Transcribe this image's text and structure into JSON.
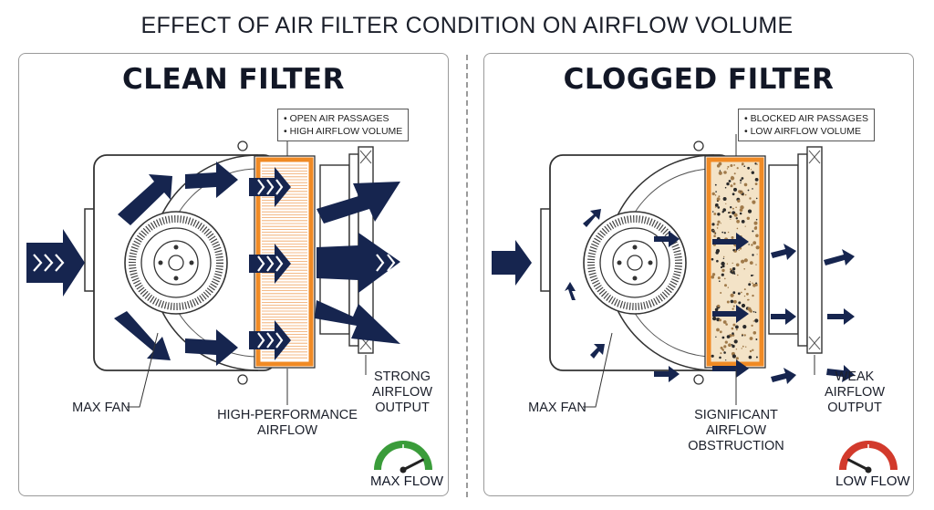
{
  "title": "EFFECT OF AIR FILTER CONDITION ON AIRFLOW VOLUME",
  "clean": {
    "heading": "CLEAN FILTER",
    "note_lines": [
      "• OPEN AIR PASSAGES",
      "• HIGH AIRFLOW VOLUME"
    ],
    "fan_label": "MAX FAN",
    "filter_label": "HIGH-PERFORMANCE\nAIRFLOW",
    "output_label": "STRONG\nAIRFLOW\nOUTPUT",
    "gauge_label": "MAX FLOW",
    "gauge_level": 0.85
  },
  "clogged": {
    "heading": "CLOGGED FILTER",
    "note_lines": [
      "• BLOCKED AIR PASSAGES",
      "• LOW AIRFLOW VOLUME"
    ],
    "fan_label": "MAX FAN",
    "filter_label": "SIGNIFICANT\nAIRFLOW\nOBSTRUCTION",
    "output_label": "WEAK\nAIRFLOW\nOUTPUT",
    "gauge_label": "LOW FLOW",
    "gauge_level": 0.15
  },
  "colors": {
    "arrow": "#16254f",
    "filter_frame": "#f08a24",
    "outline": "#333333",
    "gauge_green": "#3a9c3a",
    "gauge_red": "#d23a2c"
  }
}
